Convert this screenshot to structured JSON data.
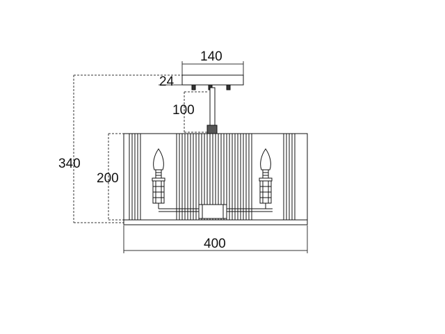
{
  "dimensions": {
    "canopy_width": "140",
    "canopy_height": "24",
    "stem_length": "100",
    "overall_height": "340",
    "shade_height": "200",
    "shade_width": "400"
  },
  "colors": {
    "line": "#111111",
    "dim_line": "#333333",
    "background": "#ffffff"
  }
}
